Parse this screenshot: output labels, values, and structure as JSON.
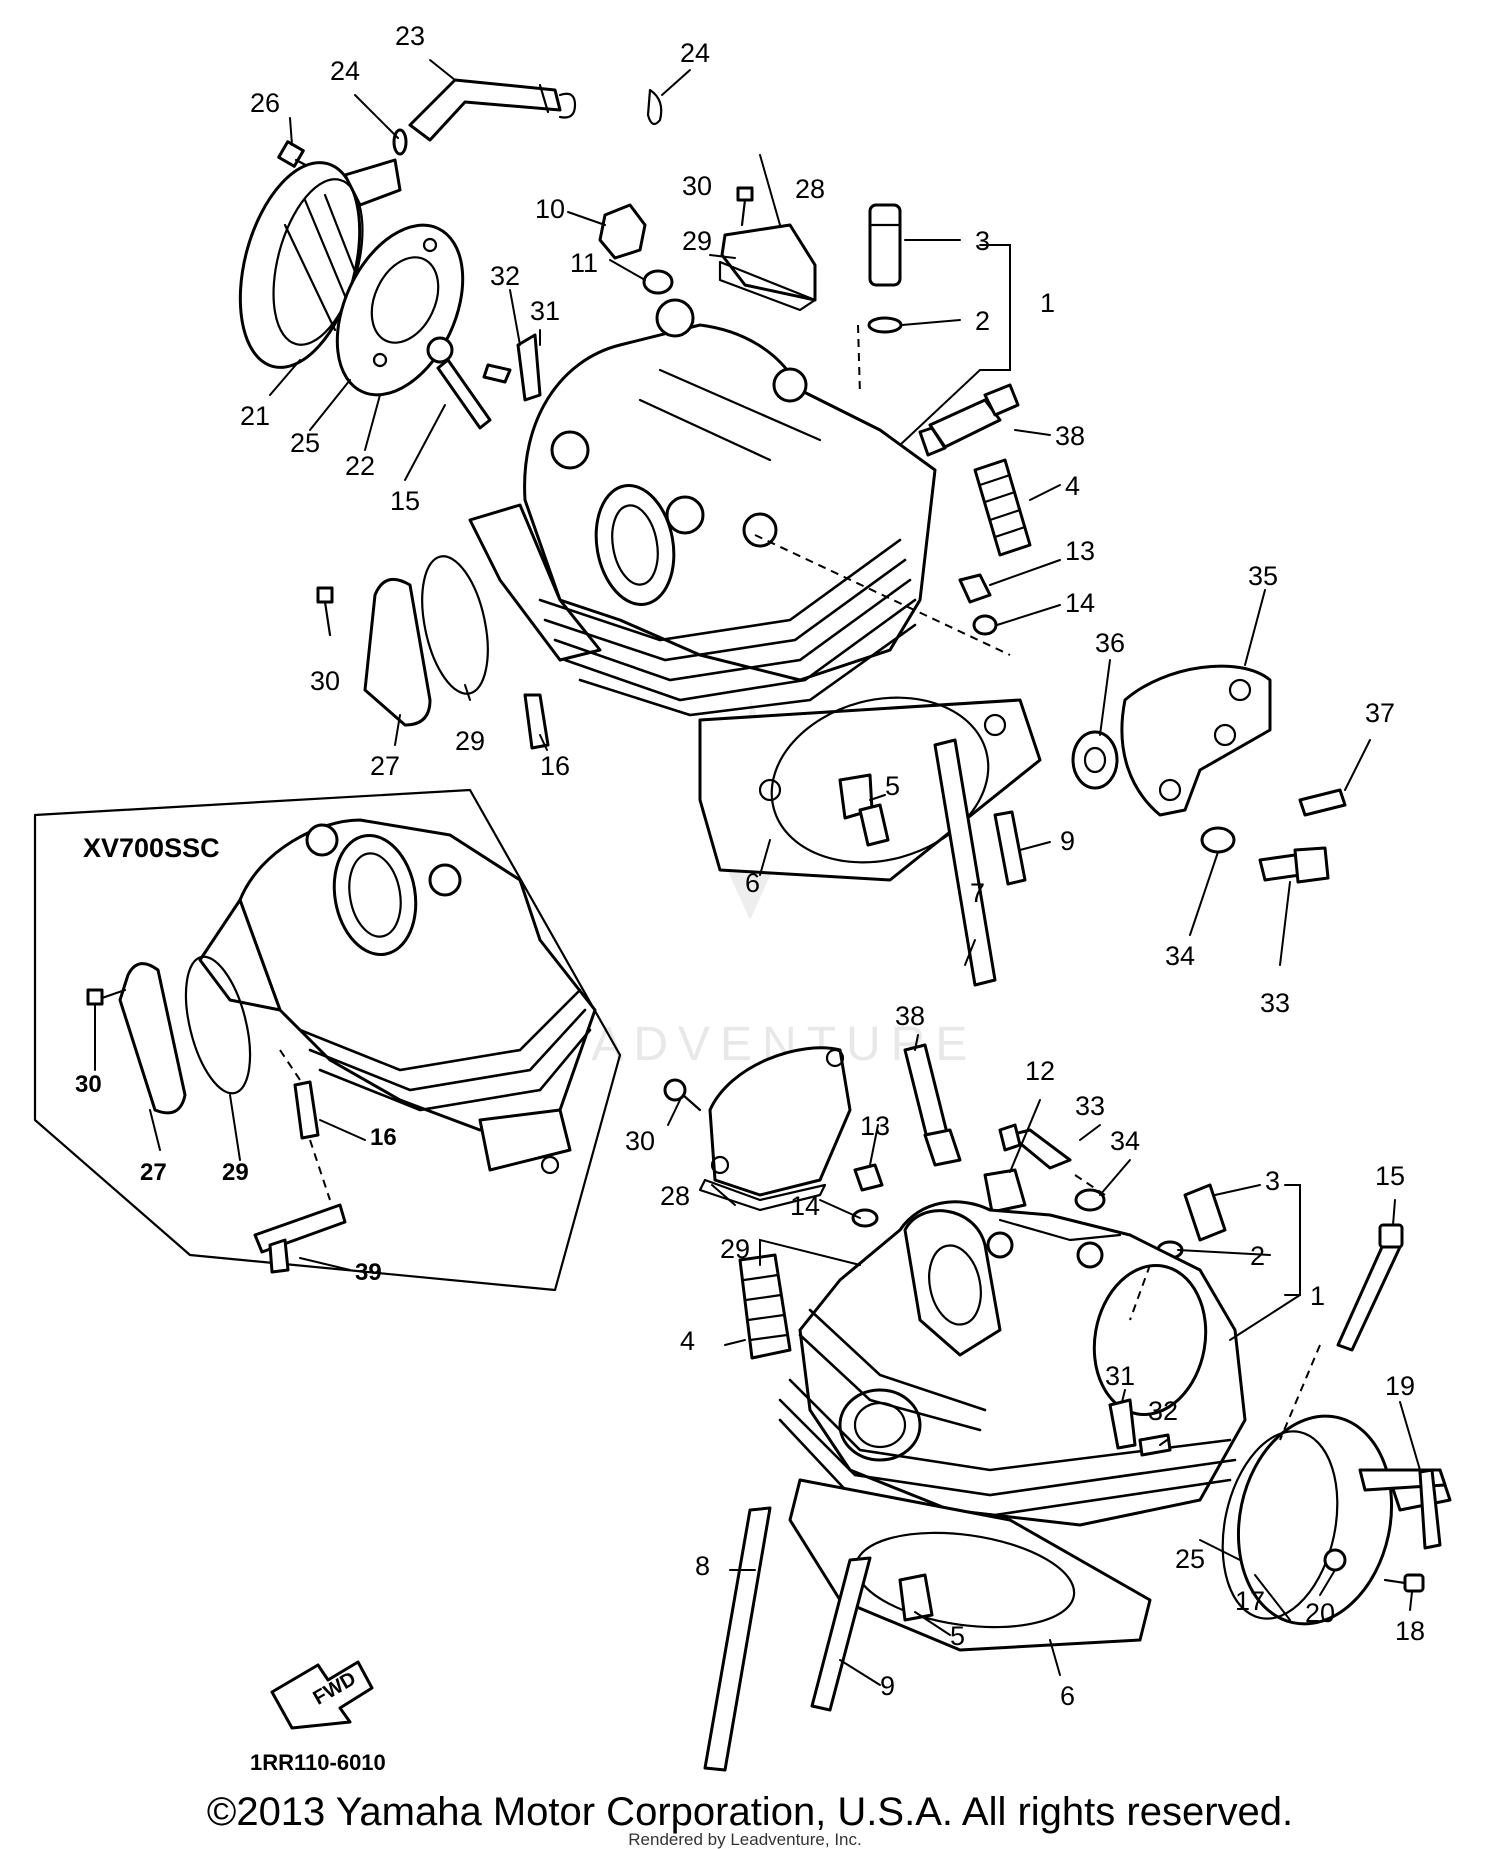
{
  "variant_label": "XV700SSC",
  "part_code": "1RR110-6010",
  "fwd_label": "FWD",
  "copyright": "©2013 Yamaha Motor Corporation, U.S.A. All rights reserved.",
  "rendered_by": "Rendered by Leadventure, Inc.",
  "watermark": "LEADVENTURE",
  "colors": {
    "ink": "#000000",
    "paper": "#ffffff",
    "watermark": "#e6e6e6"
  },
  "callouts": {
    "upper": {
      "c23": "23",
      "c24a": "24",
      "c24b": "24",
      "c26": "26",
      "c30a": "30",
      "c28a": "28",
      "c10": "10",
      "c29a": "29",
      "c11": "11",
      "c3a": "3",
      "c1a": "1",
      "c2a": "2",
      "c32a": "32",
      "c31a": "31",
      "c21": "21",
      "c25a": "25",
      "c22": "22",
      "c15a": "15",
      "c38a": "38",
      "c4a": "4",
      "c13a": "13",
      "c14a": "14",
      "c35": "35",
      "c36": "36",
      "c30b": "30",
      "c27a": "27",
      "c29b": "29",
      "c16a": "16",
      "c37": "37",
      "c5a": "5",
      "c9a": "9",
      "c6a": "6",
      "c7": "7",
      "c34a": "34",
      "c33a": "33"
    },
    "inset": {
      "c30": "30",
      "c27": "27",
      "c29": "29",
      "c16": "16",
      "c39": "39"
    },
    "lower": {
      "c38": "38",
      "c12": "12",
      "c33": "33",
      "c34": "34",
      "c3": "3",
      "c15": "15",
      "c30": "30",
      "c13": "13",
      "c28": "28",
      "c14": "14",
      "c29": "29",
      "c2": "2",
      "c1": "1",
      "c4": "4",
      "c31": "31",
      "c32": "32",
      "c19": "19",
      "c8": "8",
      "c25": "25",
      "c17": "17",
      "c20": "20",
      "c18": "18",
      "c9": "9",
      "c5": "5",
      "c6": "6"
    }
  }
}
